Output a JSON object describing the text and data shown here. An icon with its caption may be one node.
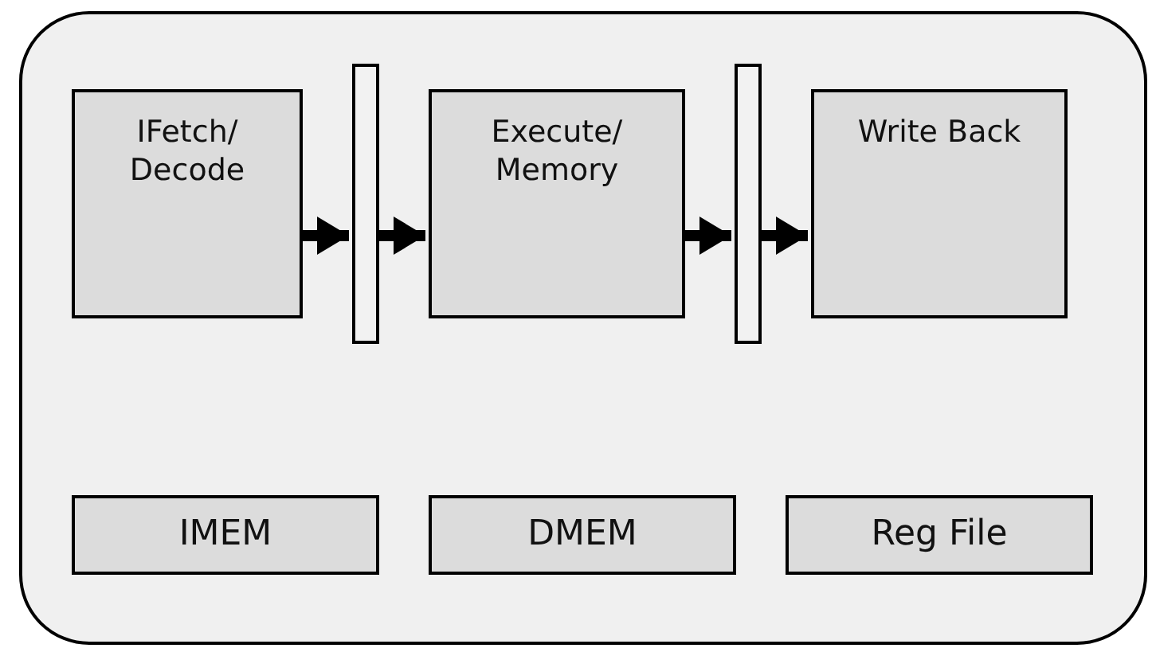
{
  "diagram": {
    "nodes": [
      {
        "text": [],
        "shape": "box"
      },
      {
        "text": [
          "IFetch/ Decode"
        ],
        "in": 0
      },
      {
        "text": [],
        "shape": "bar",
        "in": 0
      },
      {
        "text": [
          "Execute/ Memory"
        ],
        "in": 0
      },
      {
        "text": [],
        "shape": "bar",
        "in": 0
      },
      {
        "text": [
          "Write Back"
        ],
        "in": 0
      },
      {
        "text": [
          "IMEM"
        ],
        "in": 0
      },
      {
        "text": [
          "DMEM"
        ],
        "in": 0
      },
      {
        "text": [
          "Reg File"
        ],
        "in": 0
      }
    ],
    "edges": [
      {
        "from": 1,
        "to": 2,
        "arrow": "to"
      },
      {
        "from": 2,
        "to": 3,
        "arrow": "to"
      },
      {
        "from": 3,
        "to": 4,
        "arrow": "to"
      },
      {
        "from": 4,
        "to": 5,
        "arrow": "to"
      }
    ]
  }
}
